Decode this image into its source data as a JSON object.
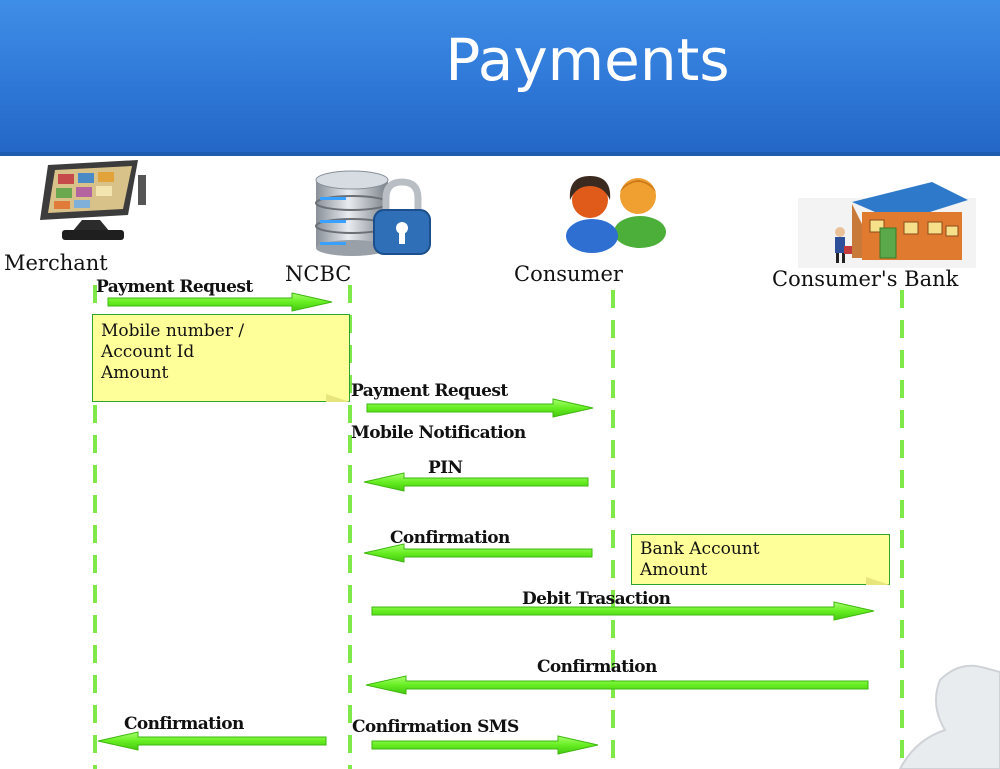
{
  "title": "Payments",
  "participants": [
    {
      "name": "Merchant",
      "icon": "pos-terminal-icon"
    },
    {
      "name": "NCBC",
      "icon": "database-lock-icon"
    },
    {
      "name": "Consumer",
      "icon": "users-icon"
    },
    {
      "name": "Consumer's Bank",
      "icon": "bank-house-icon"
    }
  ],
  "messages": [
    {
      "label": "Payment Request",
      "from": "Merchant",
      "to": "NCBC"
    },
    {
      "label": "Payment Request",
      "from": "NCBC",
      "to": "Consumer"
    },
    {
      "label": "Mobile Notification",
      "from": "NCBC",
      "to": "Consumer"
    },
    {
      "label": "PIN",
      "from": "Consumer",
      "to": "NCBC"
    },
    {
      "label": "Confirmation",
      "from": "Consumer",
      "to": "NCBC"
    },
    {
      "label": "Debit Trasaction",
      "from": "NCBC",
      "to": "Consumer's Bank"
    },
    {
      "label": "Confirmation",
      "from": "Consumer's Bank",
      "to": "NCBC"
    },
    {
      "label": "Confirmation",
      "from": "NCBC",
      "to": "Merchant"
    },
    {
      "label": "Confirmation SMS",
      "from": "NCBC",
      "to": "Consumer"
    }
  ],
  "notes": [
    {
      "lines": [
        "Mobile number /",
        "Account Id",
        "Amount"
      ]
    },
    {
      "lines": [
        "Bank Account",
        "Amount"
      ]
    }
  ],
  "colors": {
    "header": "#2f78d8",
    "arrow": "#66ee22",
    "lifeline": "#7fe84a",
    "note": "#ffff99"
  }
}
